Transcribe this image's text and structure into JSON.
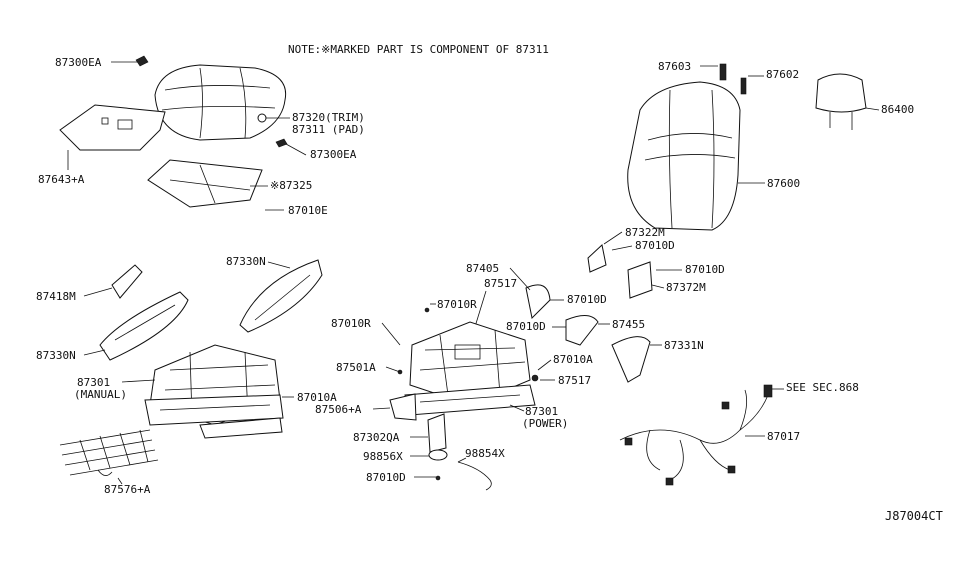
{
  "note": "NOTE:※MARKED PART IS COMPONENT OF 87311",
  "diagram_code": "J87004CT",
  "callouts": {
    "c87300ea_top": "87300EA",
    "c87320": "87320(TRIM)",
    "c87311": "87311 (PAD)",
    "c87300ea_mid": "87300EA",
    "c87643": "87643+A",
    "c87325": "※87325",
    "c87010e": "87010E",
    "c87603": "87603",
    "c87602": "87602",
    "c86400": "86400",
    "c87600": "87600",
    "c87322m": "87322M",
    "c87010d_a": "87010D",
    "c87010d_b": "87010D",
    "c87372m": "87372M",
    "c87405": "87405",
    "c87517_a": "87517",
    "c87010d_c": "87010D",
    "c87010r_a": "87010R",
    "c87010r_b": "87010R",
    "c87010d_d": "87010D",
    "c87455": "87455",
    "c87331n": "87331N",
    "c87010a_a": "87010A",
    "c87517_b": "87517",
    "c87501a": "87501A",
    "c87506": "87506+A",
    "c87301_power": "87301",
    "c87301_power_sub": "(POWER)",
    "c87302qa": "87302QA",
    "c98856x": "98856X",
    "c98854x": "98854X",
    "c87010d_e": "87010D",
    "c87330d": "87330N",
    "c87418m": "87418M",
    "c87330n": "87330N",
    "c87301_manual": "87301",
    "c87301_manual_sub": "(MANUAL)",
    "c87010a_b": "87010A",
    "c87576": "87576+A",
    "c_see_sec": "SEE SEC.868",
    "c87017": "87017"
  }
}
